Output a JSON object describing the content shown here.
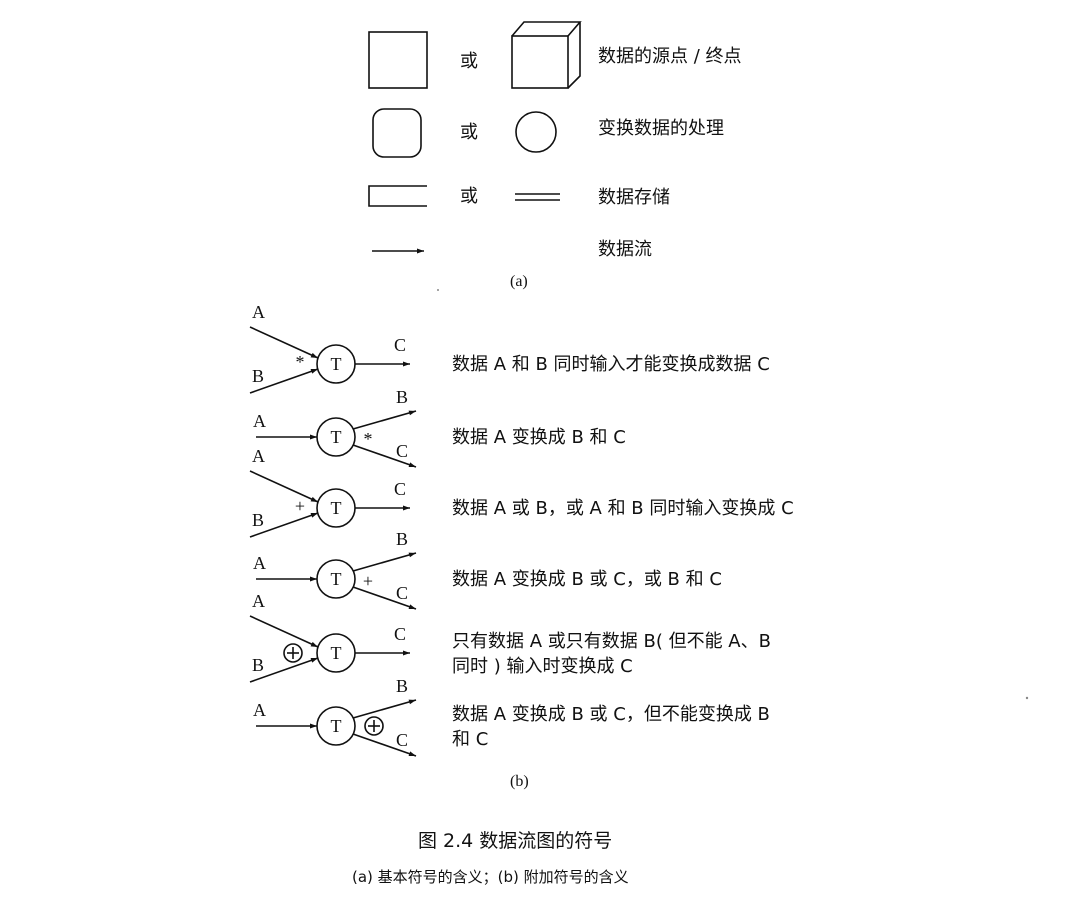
{
  "legend": {
    "or_text": "或",
    "rows": [
      {
        "description": "数据的源点 / 终点"
      },
      {
        "description": "变换数据的处理"
      },
      {
        "description": "数据存储"
      },
      {
        "description": "数据流"
      }
    ],
    "sublabel": "(a)"
  },
  "patterns": {
    "transform_label": "T",
    "rows": [
      {
        "kind": "in-and",
        "inputs": [
          "A",
          "B"
        ],
        "outputs": [
          "C"
        ],
        "operator": "*",
        "description": [
          "数据 A 和 B 同时输入才能变换成数据 C"
        ]
      },
      {
        "kind": "out-and",
        "inputs": [
          "A"
        ],
        "outputs": [
          "B",
          "C"
        ],
        "operator": "*",
        "description": [
          "数据 A 变换成 B 和 C"
        ]
      },
      {
        "kind": "in-or",
        "inputs": [
          "A",
          "B"
        ],
        "outputs": [
          "C"
        ],
        "operator": "+",
        "description": [
          "数据 A 或 B，或 A 和 B 同时输入变换成 C"
        ]
      },
      {
        "kind": "out-or",
        "inputs": [
          "A"
        ],
        "outputs": [
          "B",
          "C"
        ],
        "operator": "+",
        "description": [
          "数据 A 变换成 B 或 C，或 B 和 C"
        ]
      },
      {
        "kind": "in-xor",
        "inputs": [
          "A",
          "B"
        ],
        "outputs": [
          "C"
        ],
        "operator": "⊕",
        "description": [
          "只有数据 A 或只有数据 B( 但不能 A、B",
          "同时 ) 输入时变换成 C"
        ]
      },
      {
        "kind": "out-xor",
        "inputs": [
          "A"
        ],
        "outputs": [
          "B",
          "C"
        ],
        "operator": "⊕",
        "description": [
          "数据 A 变换成 B 或 C，但不能变换成 B",
          "和 C"
        ]
      }
    ],
    "sublabel": "(b)"
  },
  "caption": {
    "title": "图 2.4   数据流图的符号",
    "subtitle": "(a) 基本符号的含义；(b) 附加符号的含义"
  }
}
